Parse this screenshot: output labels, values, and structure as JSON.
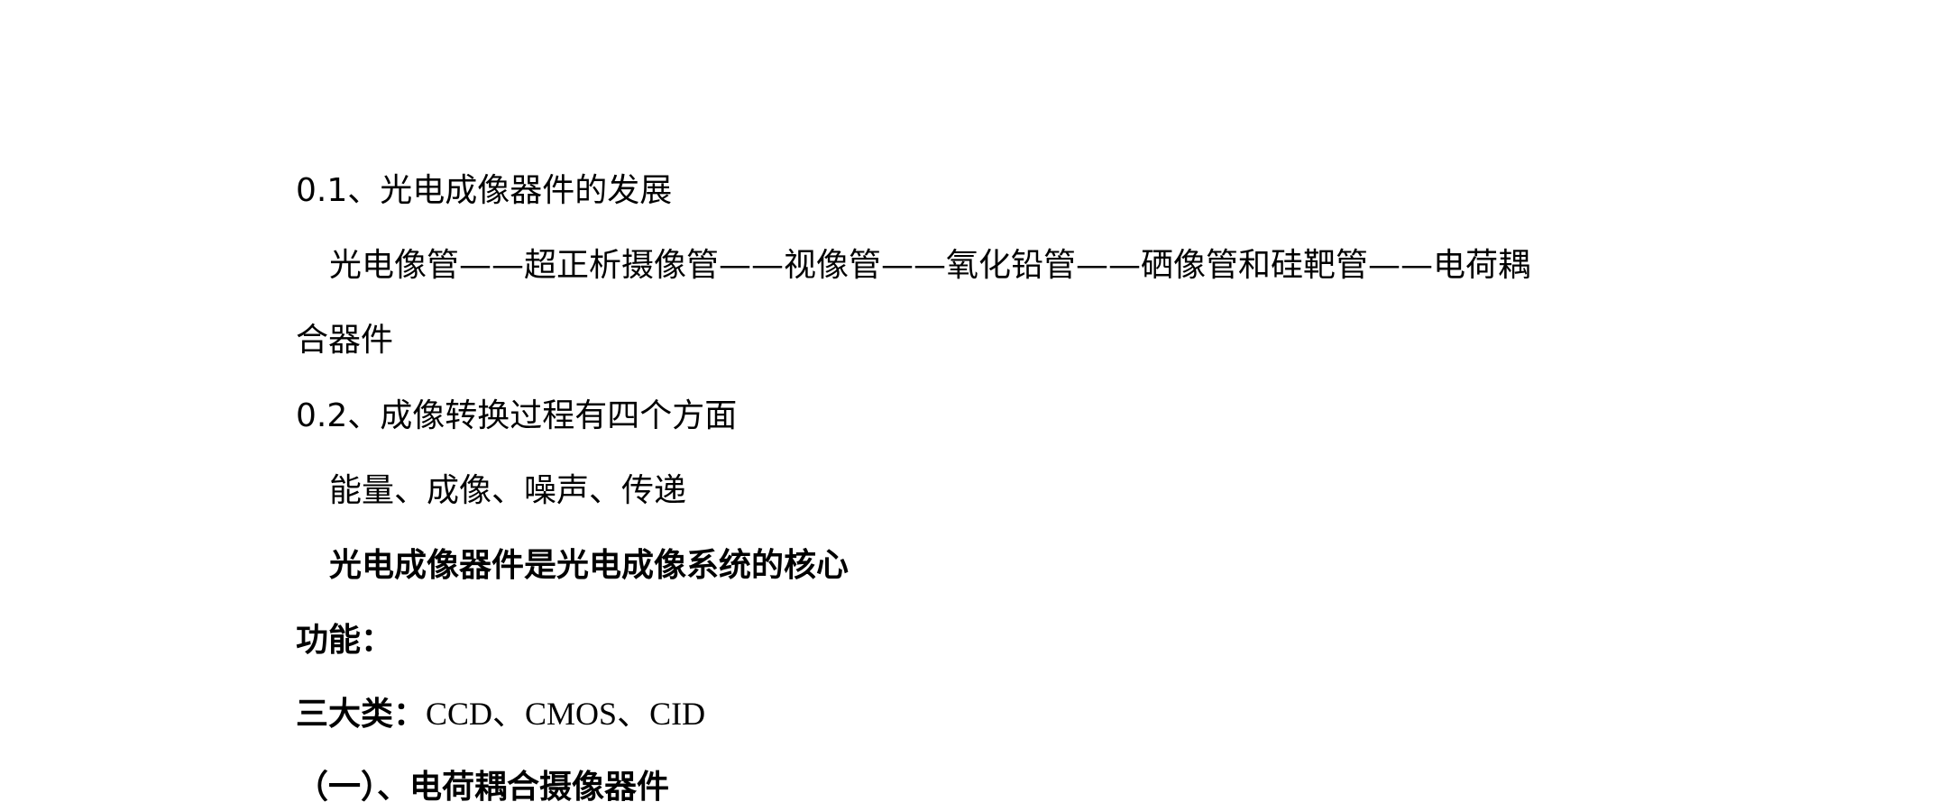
{
  "document": {
    "heading_01": "0.1、光电成像器件的发展",
    "development_line1": "光电像管——超正析摄像管——视像管——氧化铅管——硒像管和硅靶管——电荷耦",
    "development_line2": "合器件",
    "heading_02": "0.2、成像转换过程有四个方面",
    "four_aspects": "能量、成像、噪声、传递",
    "core_statement": "光电成像器件是光电成像系统的核心",
    "function_label": "功能：",
    "categories_label": "三大类：",
    "categories_value": "CCD、CMOS、CID",
    "section_one_heading": "（一）、电荷耦合摄像器件"
  }
}
